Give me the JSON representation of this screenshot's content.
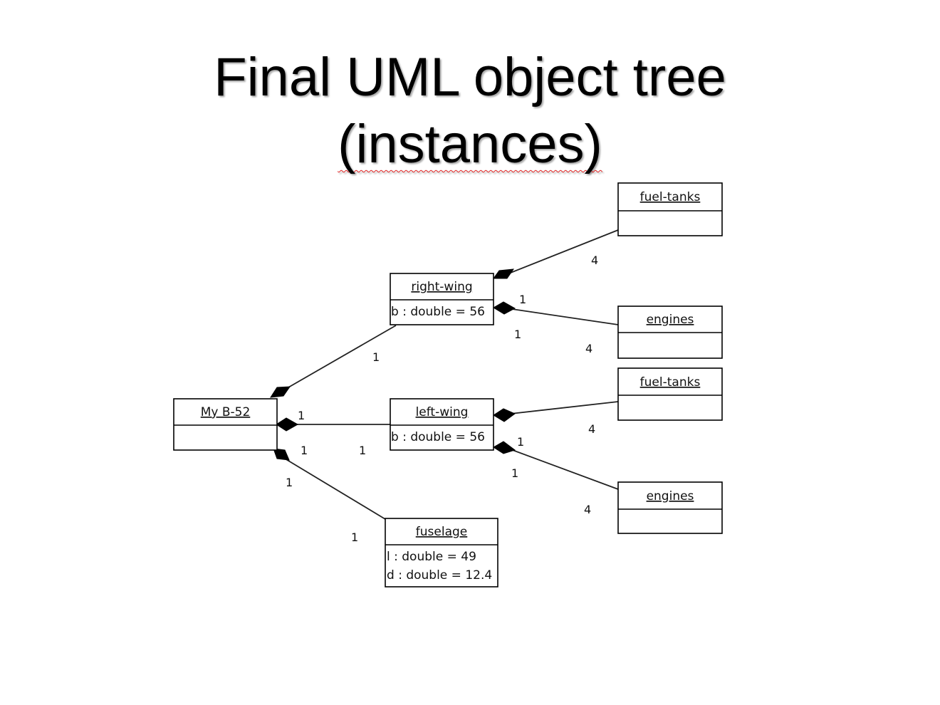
{
  "title": {
    "line1": "Final UML object tree",
    "line2": "(instances)"
  },
  "objects": {
    "my_b52": {
      "name": "My B-52"
    },
    "right_wing": {
      "name": "right-wing",
      "attr1": "b : double = 56"
    },
    "left_wing": {
      "name": "left-wing",
      "attr1": "b : double = 56"
    },
    "fuselage": {
      "name": "fuselage",
      "attr1": "l : double = 49",
      "attr2": "d : double = 12.4"
    },
    "fuel_tanks_right": {
      "name": "fuel-tanks"
    },
    "engines_right": {
      "name": "engines"
    },
    "fuel_tanks_left": {
      "name": "fuel-tanks"
    },
    "engines_left": {
      "name": "engines"
    }
  },
  "multiplicities": {
    "b52_rightwing_part": "1",
    "b52_leftwing_whole": "1",
    "b52_leftwing_whole_below": "1",
    "b52_leftwing_part": "1",
    "b52_fuselage_whole": "1",
    "b52_fuselage_part": "1",
    "rightwing_fueltanks_part": "4",
    "rightwing_engines_whole_above": "1",
    "rightwing_engines_whole_below": "1",
    "rightwing_engines_part": "4",
    "leftwing_fueltanks_part": "4",
    "leftwing_engines_whole_above": "1",
    "leftwing_engines_whole_below": "1",
    "leftwing_engines_part": "4"
  }
}
